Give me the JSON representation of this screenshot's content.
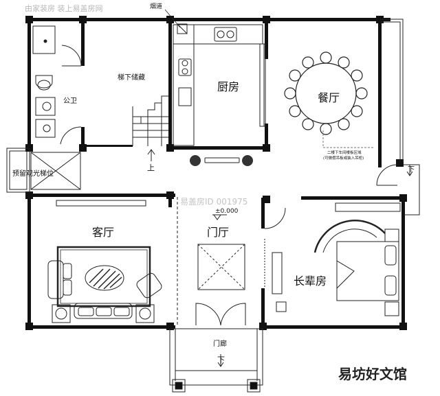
{
  "watermarks": {
    "top_left": "由家装房 装上易盖房网",
    "center": "易盖房ID 001975",
    "bottom_right": "易坊好文馆"
  },
  "rooms": {
    "chimney": "烟道",
    "storage": "梯下储藏",
    "kitchen": "厨房",
    "dining": "餐厅",
    "bathroom": "公卫",
    "elevator": "预留观光梯位",
    "living": "客厅",
    "foyer": "门厅",
    "elder_room": "长辈房",
    "porch": "门廊"
  },
  "annotations": {
    "stair_up": "上",
    "elevation": "±0.000",
    "porch_down": "下",
    "side_down": "下",
    "dining_note_line1": "二楼下车间楼板区域",
    "dining_note_line2": "(可做假吊板或装入吊柜)"
  },
  "colors": {
    "wall": "#111111",
    "line": "#222222",
    "background": "#ffffff"
  }
}
